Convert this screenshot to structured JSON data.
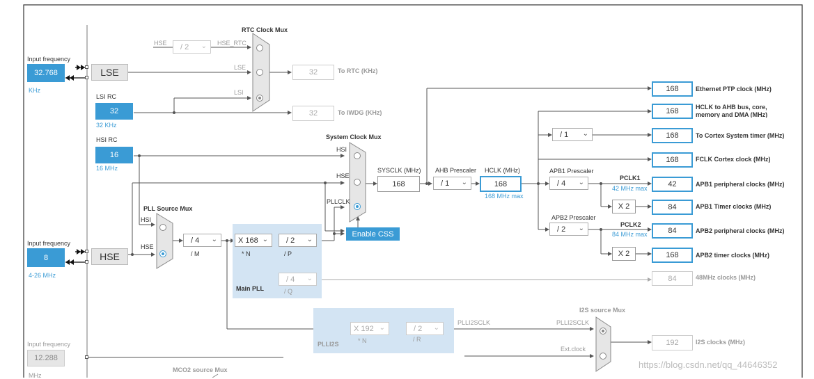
{
  "oscillators": {
    "lse": {
      "label": "LSE",
      "input_title": "Input frequency",
      "value": "32.768",
      "unit": "KHz"
    },
    "lsi": {
      "title": "LSI RC",
      "value": "32",
      "unit": "32 KHz"
    },
    "hsi": {
      "title": "HSI RC",
      "value": "16",
      "unit": "16 MHz"
    },
    "hse": {
      "label": "HSE",
      "input_title": "Input frequency",
      "value": "8",
      "range": "4-26 MHz"
    },
    "i2s_ext": {
      "input_title": "Input frequency",
      "value": "12.288",
      "unit": "MHz"
    }
  },
  "rtc": {
    "mux_title": "RTC Clock Mux",
    "hse_label": "HSE",
    "hse_div": "/ 2",
    "hse_rtc_label": "HSE_RTC",
    "lse_label": "LSE",
    "lsi_label": "LSI",
    "rtc_value": "32",
    "rtc_label": "To RTC (KHz)",
    "iwdg_value": "32",
    "iwdg_label": "To IWDG (KHz)"
  },
  "system_mux": {
    "title": "System Clock Mux",
    "hsi": "HSI",
    "hse": "HSE",
    "pllclk": "PLLCLK",
    "sysclk_label": "SYSCLK (MHz)",
    "sysclk_value": "168",
    "css_button": "Enable CSS"
  },
  "pll_source": {
    "title": "PLL Source Mux",
    "hsi": "HSI",
    "hse": "HSE"
  },
  "main_pll": {
    "title": "Main PLL",
    "m_div": "/ 4",
    "m_label": "/ M",
    "n_mul": "X 168",
    "n_label": "* N",
    "p_div": "/ 2",
    "p_label": "/ P",
    "q_div": "/ 4",
    "q_label": "/ Q"
  },
  "ahb": {
    "prescaler_label": "AHB Prescaler",
    "prescaler_value": "/ 1",
    "hclk_label": "HCLK (MHz)",
    "hclk_value": "168",
    "hclk_max": "168 MHz max",
    "cortex_div": "/ 1"
  },
  "apb1": {
    "prescaler_label": "APB1 Prescaler",
    "prescaler_value": "/ 4",
    "pclk_label": "PCLK1",
    "pclk_max": "42 MHz max",
    "timer_mul": "X 2"
  },
  "apb2": {
    "prescaler_label": "APB2 Prescaler",
    "prescaler_value": "/ 2",
    "pclk_label": "PCLK2",
    "pclk_max": "84 MHz max",
    "timer_mul": "X 2"
  },
  "outputs": [
    {
      "value": "168",
      "label": "Ethernet PTP clock (MHz)"
    },
    {
      "value": "168",
      "label": "HCLK to AHB bus, core, memory and DMA (MHz)"
    },
    {
      "value": "168",
      "label": "To Cortex System timer (MHz)"
    },
    {
      "value": "168",
      "label": "FCLK Cortex clock (MHz)"
    },
    {
      "value": "42",
      "label": "APB1 peripheral clocks (MHz)"
    },
    {
      "value": "84",
      "label": "APB1 Timer clocks (MHz)"
    },
    {
      "value": "84",
      "label": "APB2 peripheral clocks (MHz)"
    },
    {
      "value": "168",
      "label": "APB2 timer clocks (MHz)"
    },
    {
      "value": "84",
      "label": "48MHz clocks (MHz)"
    }
  ],
  "plli2s": {
    "title": "PLLI2S",
    "n_mul": "X 192",
    "n_label": "* N",
    "r_div": "/ 2",
    "r_label": "/ R",
    "out_label": "PLLI2SCLK"
  },
  "i2s_mux": {
    "title": "I2S source Mux",
    "in1": "PLLI2SCLK",
    "in2": "Ext.clock",
    "out_value": "192",
    "out_label": "I2S clocks (MHz)"
  },
  "mco2": {
    "title": "MCO2 source Mux"
  },
  "watermark": "https://blog.csdn.net/qq_44646352",
  "colors": {
    "accent": "#3a9bd5",
    "pll_region": "#d3e4f3",
    "line": "#555555",
    "disabled": "#aaaaaa"
  }
}
